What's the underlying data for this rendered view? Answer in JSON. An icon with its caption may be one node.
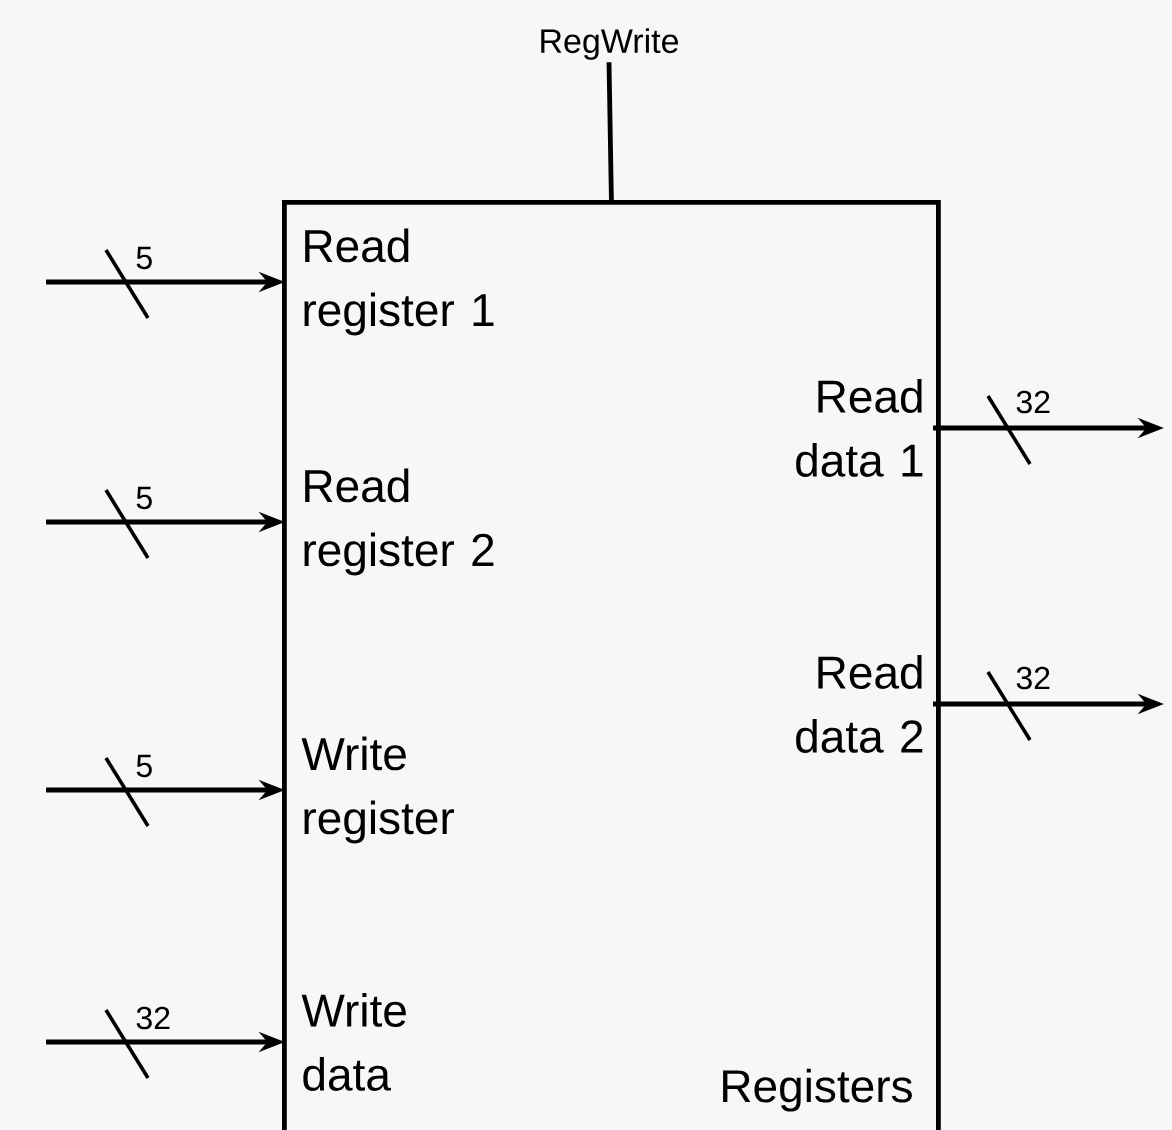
{
  "diagram": {
    "nodes": [
      {
        "text": [
          "Registers"
        ]
      },
      {
        "text": [
          "Read register 1"
        ],
        "in": 0
      },
      {
        "text": [
          "Read register 2"
        ],
        "in": 0
      },
      {
        "text": [
          "Write register"
        ],
        "in": 0
      },
      {
        "text": [
          "Write data"
        ],
        "in": 0
      },
      {
        "text": [
          "Read data 1"
        ],
        "in": 0
      },
      {
        "text": [
          "Read data 2"
        ],
        "in": 0
      },
      {
        "text": [
          "RegWrite"
        ]
      }
    ],
    "edges": [
      {
        "from": null,
        "to": 1,
        "arrow": "to",
        "label": "5"
      },
      {
        "from": null,
        "to": 2,
        "arrow": "to",
        "label": "5"
      },
      {
        "from": null,
        "to": 3,
        "arrow": "to",
        "label": "5"
      },
      {
        "from": null,
        "to": 4,
        "arrow": "to",
        "label": "32"
      },
      {
        "from": 5,
        "to": null,
        "arrow": "to",
        "label": "32"
      },
      {
        "from": 6,
        "to": null,
        "arrow": "to",
        "label": "32"
      },
      {
        "from": 7,
        "to": 0,
        "arrow": "none"
      }
    ]
  }
}
